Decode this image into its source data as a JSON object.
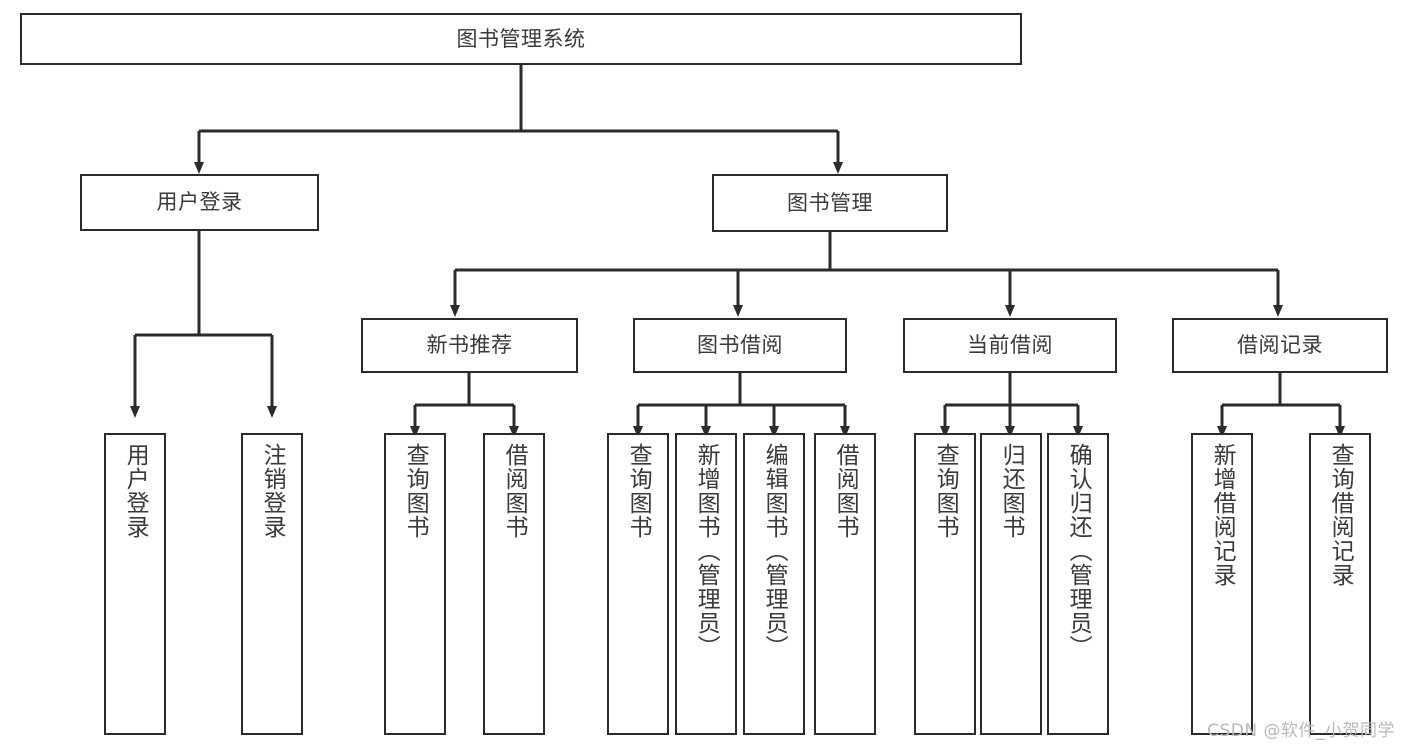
{
  "diagram": {
    "title": "图书管理系统",
    "watermark": "CSDN @软件_小贺同学",
    "line_color": "#2b2b2b",
    "box_fill": "#ffffff",
    "text_color": "#3a3a3a"
  },
  "nodes": {
    "root": {
      "label": "图书管理系统",
      "level": 0
    },
    "user_login": {
      "label": "用户登录",
      "level": 1
    },
    "book_manage": {
      "label": "图书管理",
      "level": 1
    },
    "new_book_rec": {
      "label": "新书推荐",
      "level": 2
    },
    "book_borrow": {
      "label": "图书借阅",
      "level": 2
    },
    "current_borrow": {
      "label": "当前借阅",
      "level": 2
    },
    "borrow_record": {
      "label": "借阅记录",
      "level": 2
    },
    "leaf_user_login": {
      "label": "用户登录",
      "level": 3
    },
    "leaf_logout": {
      "label": "注销登录",
      "level": 3
    },
    "leaf_query_book_1": {
      "label": "查询图书",
      "level": 3
    },
    "leaf_borrow_book_1": {
      "label": "借阅图书",
      "level": 3
    },
    "leaf_query_book_2": {
      "label": "查询图书",
      "level": 3
    },
    "leaf_add_book": {
      "label": "新增图书（管理员）",
      "level": 3
    },
    "leaf_edit_book": {
      "label": "编辑图书（管理员）",
      "level": 3
    },
    "leaf_borrow_book_2": {
      "label": "借阅图书",
      "level": 3
    },
    "leaf_query_book_3": {
      "label": "查询图书",
      "level": 3
    },
    "leaf_return_book": {
      "label": "归还图书",
      "level": 3
    },
    "leaf_confirm_return": {
      "label": "确认归还（管理员）",
      "level": 3
    },
    "leaf_add_record": {
      "label": "新增借阅记录",
      "level": 3
    },
    "leaf_query_record": {
      "label": "查询借阅记录",
      "level": 3
    }
  },
  "hierarchy": {
    "图书管理系统": [
      "用户登录",
      "图书管理"
    ],
    "用户登录": [
      "用户登录",
      "注销登录"
    ],
    "图书管理": [
      "新书推荐",
      "图书借阅",
      "当前借阅",
      "借阅记录"
    ],
    "新书推荐": [
      "查询图书",
      "借阅图书"
    ],
    "图书借阅": [
      "查询图书",
      "新增图书（管理员）",
      "编辑图书（管理员）",
      "借阅图书"
    ],
    "当前借阅": [
      "查询图书",
      "归还图书",
      "确认归还（管理员）"
    ],
    "借阅记录": [
      "新增借阅记录",
      "查询借阅记录"
    ]
  }
}
